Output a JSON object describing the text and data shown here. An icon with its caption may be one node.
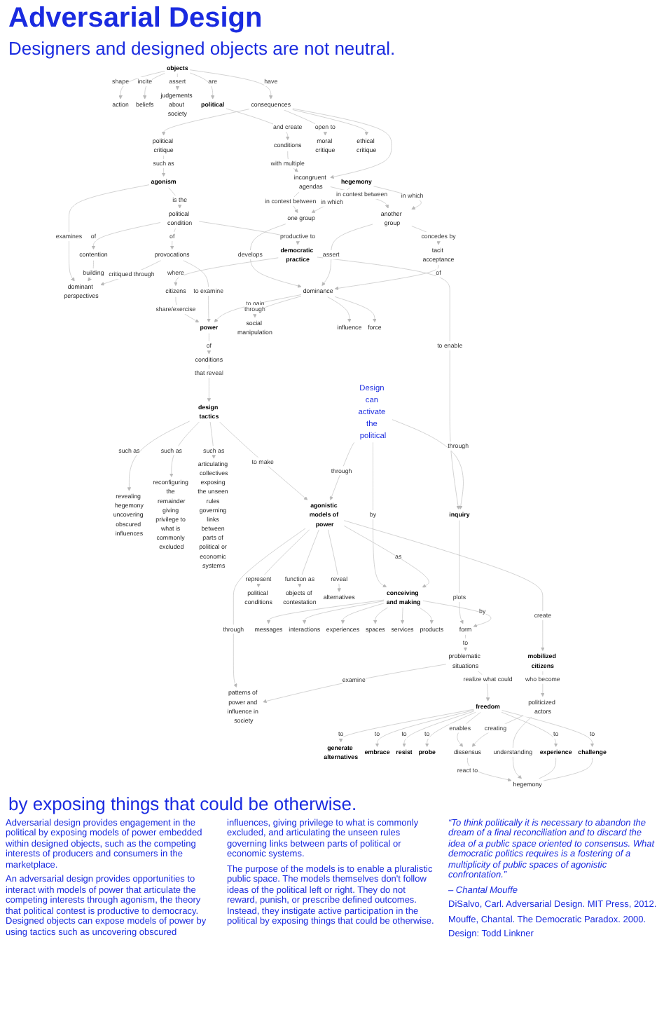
{
  "diagram": {
    "title": "Adversarial Design",
    "nodes": [
      {
        "text": [
          "action"
        ]
      },
      {
        "text": [
          "objects"
        ]
      },
      {
        "text": [
          "beliefs"
        ]
      },
      {
        "text": [
          "judgements about society"
        ]
      },
      {
        "text": [
          "political"
        ]
      },
      {
        "text": [
          "consequences"
        ]
      },
      {
        "text": [
          "conditions"
        ]
      },
      {
        "text": [
          "political critique"
        ]
      },
      {
        "text": [
          "moral critique"
        ]
      },
      {
        "text": [
          "ethical critique"
        ]
      },
      {
        "text": [
          "incongruent agendas"
        ]
      },
      {
        "text": [
          "agonism"
        ]
      },
      {
        "text": [
          "contention"
        ]
      },
      {
        "text": [
          "political condition"
        ]
      },
      {
        "text": [
          "dominant perspectives"
        ]
      },
      {
        "text": [
          "provocations"
        ]
      },
      {
        "text": [
          "democratic practice"
        ]
      },
      {
        "text": [
          "hegemony"
        ]
      },
      {
        "text": [
          "one group"
        ]
      },
      {
        "text": [
          "another group"
        ]
      },
      {
        "text": [
          "citizens"
        ]
      },
      {
        "text": [
          "power"
        ]
      },
      {
        "text": [
          "dominance"
        ]
      },
      {
        "text": [
          "tacit acceptance"
        ]
      },
      {
        "text": [
          "Design can activate the political"
        ]
      },
      {
        "text": [
          "conditions"
        ]
      },
      {
        "text": [
          "social manipulation"
        ]
      },
      {
        "text": [
          "influence"
        ]
      },
      {
        "text": [
          "force"
        ]
      },
      {
        "text": [
          "design tactics"
        ]
      },
      {
        "text": [
          "revealing hegemony",
          "uncovering obscured influences"
        ]
      },
      {
        "text": [
          "reconfiguring the remainder",
          "giving privilege to what is commonly excluded"
        ]
      },
      {
        "text": [
          "articulating collectives",
          "exposing the unseen rules governing links between parts of political or economic systems"
        ]
      },
      {
        "text": [
          "inquiry"
        ]
      },
      {
        "text": [
          "conceiving and making"
        ]
      },
      {
        "text": [
          "agonistic models of power"
        ]
      },
      {
        "text": [
          "form"
        ]
      },
      {
        "text": [
          "messages"
        ]
      },
      {
        "text": [
          "interactions"
        ]
      },
      {
        "text": [
          "experiences"
        ]
      },
      {
        "text": [
          "spaces"
        ]
      },
      {
        "text": [
          "services"
        ]
      },
      {
        "text": [
          "products"
        ]
      },
      {
        "text": [
          "problematic situations"
        ]
      },
      {
        "text": [
          "political conditions"
        ]
      },
      {
        "text": [
          "objects of contestation"
        ]
      },
      {
        "text": [
          "alternatives"
        ]
      },
      {
        "text": [
          "patterns of power and influence in society"
        ]
      },
      {
        "text": [
          "mobilized citizens"
        ]
      },
      {
        "text": [
          "generate alternatives"
        ]
      },
      {
        "text": [
          "embrace"
        ]
      },
      {
        "text": [
          "resist"
        ]
      },
      {
        "text": [
          "probe"
        ]
      },
      {
        "text": [
          "freedom"
        ]
      },
      {
        "text": [
          "dissensus"
        ]
      },
      {
        "text": [
          "experience"
        ]
      },
      {
        "text": [
          "politicized actors"
        ]
      },
      {
        "text": [
          "hegemony"
        ]
      },
      {
        "text": [
          "challenge"
        ]
      }
    ],
    "edges": [
      {
        "from": 1,
        "to": 0,
        "arrow": "to",
        "label": "shape"
      },
      {
        "from": 1,
        "to": 2,
        "arrow": "to",
        "label": "incite"
      },
      {
        "from": 1,
        "to": 3,
        "arrow": "to",
        "label": "assert"
      },
      {
        "from": 1,
        "to": 5,
        "arrow": "to",
        "label": "have"
      },
      {
        "from": 1,
        "to": 4,
        "arrow": "to",
        "label": "are"
      },
      {
        "from": 4,
        "to": 6,
        "arrow": "to",
        "label": "and create"
      },
      {
        "from": 6,
        "to": 10,
        "arrow": "to",
        "label": "with multiple"
      },
      {
        "from": 5,
        "to": 10,
        "arrow": "to"
      },
      {
        "from": 5,
        "to": 7,
        "arrow": "to"
      },
      {
        "from": 5,
        "to": 8,
        "arrow": "to",
        "label": "open to"
      },
      {
        "from": 5,
        "to": 9,
        "arrow": "to"
      },
      {
        "from": 7,
        "to": 11,
        "arrow": "to",
        "label": "such as"
      },
      {
        "from": 11,
        "to": 13,
        "arrow": "to",
        "label": "is the"
      },
      {
        "from": 11,
        "to": 14,
        "arrow": "to",
        "label": "examines"
      },
      {
        "from": 13,
        "to": 12,
        "arrow": "to",
        "label": "of"
      },
      {
        "from": 12,
        "to": 14,
        "arrow": "to",
        "label": "building"
      },
      {
        "from": 13,
        "to": 15,
        "arrow": "to",
        "label": "of"
      },
      {
        "from": 15,
        "to": 14,
        "arrow": "to",
        "label": "critiqued through"
      },
      {
        "from": 13,
        "to": 16,
        "arrow": "to",
        "label": "productive to"
      },
      {
        "from": 16,
        "to": 20,
        "arrow": "to",
        "label": "where"
      },
      {
        "from": 20,
        "to": 21,
        "arrow": "to",
        "label": "share/exercise"
      },
      {
        "from": 15,
        "to": 21,
        "arrow": "to",
        "label": "to examine"
      },
      {
        "from": 10,
        "to": 18,
        "arrow": "to",
        "label": "in contest between"
      },
      {
        "from": 10,
        "to": 19,
        "arrow": "to",
        "label": "in contest between"
      },
      {
        "from": 17,
        "to": 18,
        "arrow": "to",
        "label": "in which"
      },
      {
        "from": 17,
        "to": 19,
        "arrow": "to",
        "label": "in which"
      },
      {
        "from": 18,
        "to": 22,
        "arrow": "to",
        "label": "develops"
      },
      {
        "from": 19,
        "to": 22,
        "arrow": "to",
        "label": "assert"
      },
      {
        "from": 19,
        "to": 23,
        "arrow": "to",
        "label": "concedes by"
      },
      {
        "from": 23,
        "to": 22,
        "arrow": "to",
        "label": "of"
      },
      {
        "from": 22,
        "to": 21,
        "arrow": "to",
        "label": "to gain"
      },
      {
        "from": 22,
        "to": 26,
        "arrow": "to",
        "label": "through"
      },
      {
        "from": 22,
        "to": 27,
        "arrow": "to"
      },
      {
        "from": 22,
        "to": 28,
        "arrow": "to"
      },
      {
        "from": 21,
        "to": 25,
        "arrow": "to",
        "label": "of"
      },
      {
        "from": 25,
        "to": 29,
        "arrow": "to",
        "label": "that reveal"
      },
      {
        "from": 29,
        "to": 30,
        "arrow": "to",
        "label": "such as"
      },
      {
        "from": 29,
        "to": 31,
        "arrow": "to",
        "label": "such as"
      },
      {
        "from": 29,
        "to": 32,
        "arrow": "to",
        "label": "such as"
      },
      {
        "from": 29,
        "to": 35,
        "arrow": "to",
        "label": "to make"
      },
      {
        "from": 16,
        "to": 33,
        "arrow": "to",
        "label": "to enable"
      },
      {
        "from": 24,
        "to": 33,
        "arrow": "to",
        "label": "through"
      },
      {
        "from": 24,
        "to": 34,
        "arrow": "to",
        "label": "by"
      },
      {
        "from": 24,
        "to": 35,
        "arrow": "to",
        "label": "through"
      },
      {
        "from": 33,
        "to": 36,
        "arrow": "to",
        "label": "plots"
      },
      {
        "from": 34,
        "to": 36,
        "arrow": "to",
        "label": "by"
      },
      {
        "from": 36,
        "to": 43,
        "arrow": "to",
        "label": "to"
      },
      {
        "from": 35,
        "to": 34,
        "arrow": "to",
        "label": "as"
      },
      {
        "from": 34,
        "to": 37,
        "arrow": "to"
      },
      {
        "from": 34,
        "to": 38,
        "arrow": "to"
      },
      {
        "from": 34,
        "to": 39,
        "arrow": "to"
      },
      {
        "from": 34,
        "to": 40,
        "arrow": "to"
      },
      {
        "from": 34,
        "to": 41,
        "arrow": "to"
      },
      {
        "from": 34,
        "to": 42,
        "arrow": "to"
      },
      {
        "from": 35,
        "to": 47,
        "arrow": "to",
        "label": "through"
      },
      {
        "from": 35,
        "to": 44,
        "arrow": "to",
        "label": "represent"
      },
      {
        "from": 35,
        "to": 45,
        "arrow": "to",
        "label": "function as"
      },
      {
        "from": 35,
        "to": 46,
        "arrow": "to",
        "label": "reveal"
      },
      {
        "from": 35,
        "to": 48,
        "arrow": "to",
        "label": "create"
      },
      {
        "from": 43,
        "to": 47,
        "arrow": "to",
        "label": "examine"
      },
      {
        "from": 43,
        "to": 53,
        "arrow": "to",
        "label": "realize what could"
      },
      {
        "from": 48,
        "to": 56,
        "arrow": "to",
        "label": "who become"
      },
      {
        "from": 53,
        "to": 49,
        "arrow": "to",
        "label": "to"
      },
      {
        "from": 53,
        "to": 50,
        "arrow": "to",
        "label": "to"
      },
      {
        "from": 53,
        "to": 51,
        "arrow": "to",
        "label": "to"
      },
      {
        "from": 53,
        "to": 52,
        "arrow": "to",
        "label": "to"
      },
      {
        "from": 53,
        "to": 55,
        "arrow": "to",
        "label": "to"
      },
      {
        "from": 53,
        "to": 58,
        "arrow": "to",
        "label": "to"
      },
      {
        "from": 53,
        "to": 54,
        "arrow": "to",
        "label": "enables"
      },
      {
        "from": 54,
        "to": 57,
        "arrow": "to",
        "label": "react to"
      },
      {
        "from": 56,
        "to": 54,
        "arrow": "to",
        "label": "creating"
      },
      {
        "from": 56,
        "to": 57,
        "arrow": "to",
        "label": "understanding"
      },
      {
        "from": 55,
        "to": 57,
        "arrow": "none"
      },
      {
        "from": 58,
        "to": 57,
        "arrow": "none"
      }
    ],
    "labels": [
      "Designers and designed objects are not neutral.",
      "by exposing things that could be otherwise.",
      "Adversarial design provides engagement in the political by exposing models of power embedded within designed objects, such as the competing interests of producers and consumers in the marketplace.",
      "An adversarial design provides opportunities to interact with models of power that articulate the competing interests through agonism, the theory that political contest is productive to democracy. Designed objects can expose models of power by using tactics such as uncovering obscured influences, giving privilege to what is commonly excluded, and articulating the unseen rules governing links between parts of political or economic systems.",
      "The purpose of the models is to enable a pluralistic public space. The models themselves don't follow ideas of the political left or right. They do not reward, punish, or prescribe defined outcomes. Instead, they instigate active participation in the political by exposing things that could be otherwise.",
      "“To think politically it is necessary to abandon the dream of a final reconciliation and to discard the idea of a public space oriented to consensus. What democratic politics requires is a fostering of a multiplicity of public spaces of agonistic confrontation.”",
      "– Chantal Mouffe",
      "DiSalvo, Carl. Adversarial Design. MIT Press, 2012.",
      "Mouffe, Chantal. The Democratic Paradox. 2000.",
      "Design: Todd Linkner"
    ]
  }
}
